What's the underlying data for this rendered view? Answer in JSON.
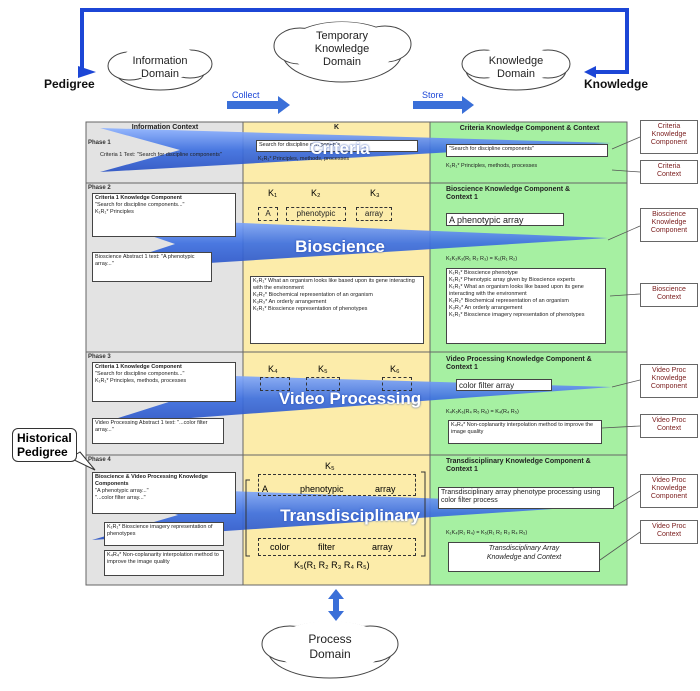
{
  "top": {
    "pedigree": "Pedigree",
    "knowledge": "Knowledge",
    "collect": "Collect",
    "store": "Store",
    "clouds": [
      {
        "line1": "Information",
        "line2": "Domain"
      },
      {
        "line1": "Temporary",
        "line2": "Knowledge",
        "line3": "Domain"
      },
      {
        "line1": "Knowledge",
        "line2": "Domain"
      }
    ]
  },
  "columns": {
    "left_header": "Information Context",
    "mid_header": "K",
    "right_header": "Criteria Knowledge Component & Context"
  },
  "phases": [
    "Phase 1",
    "Phase 2",
    "Phase 3",
    "Phase 4"
  ],
  "banners": [
    "Criteria",
    "Bioscience",
    "Video Processing",
    "Transdisciplinary"
  ],
  "phase1": {
    "left_text": "Criteria 1 Text: \"Search for discipline components\"",
    "mid_text": "Search for discipline components",
    "mid_sub": "K₁R₁* Principles, methods, processes",
    "right_text": "\"Search for discipline components\"",
    "right_sub": "K₁R₁* Principles, methods, processes"
  },
  "phase2": {
    "left_box1_title": "Criteria 1 Knowledge Component",
    "left_box1_text": "\"Search for discipline components...\"",
    "left_box1_sub": "K₁R₁* Principles",
    "left_box2_text": "Bioscience Abstract 1 text: \"A phenotypic array...\"",
    "k_labels": [
      "K₁",
      "K₂",
      "K₃"
    ],
    "dash_words": [
      "A",
      "phenotypic",
      "array"
    ],
    "mid_lines": [
      "K₁R₁* What an organism looks like based upon its gene interacting with the environment",
      "K₂R₂* Biochemical representation of an organism",
      "K₃R₃* An orderly arrangement",
      "K₁R₁* Bioscience representation of phenotypes"
    ],
    "right_title": "Bioscience Knowledge Component & Context 1",
    "right_box": "A phenotypic array",
    "right_formula": "K₁K₂K₃(R₁ R₂ R₃) = K₁(R₁ R₂)",
    "right_lines": [
      "K₁R₁* Bioscience phenotype",
      "K₁R₁* Phenotypic array given by Bioscience experts",
      "K₁R₁* What an organism looks like based upon its gene interacting with the environment",
      "K₂R₂* Biochemical representation of an organism",
      "K₃R₃* An orderly arrangement",
      "K₁R₁* Bioscience imagery representation of phenotypes"
    ]
  },
  "phase3": {
    "left_box1_title": "Criteria 1 Knowledge Component",
    "left_box1_text": "\"Search for discipline components...\"",
    "left_box1_sub": "K₁R₁* Principles, methods, processes",
    "left_box2_text": "Video Processing Abstract 1 text: \"...color filter array...\"",
    "k_labels": [
      "K₄",
      "K₅",
      "K₆"
    ],
    "right_title": "Video Processing Knowledge Component & Context 1",
    "right_box": "color filter array",
    "right_formula": "K₄K₅K₆(R₄ R₅ R₆) = K₄(R₄ R₅)",
    "right_note": "K₄R₄* Non-coplanarity interpolation method to improve the image quality"
  },
  "phase4": {
    "left_box_title": "Bioscience & Video Processing Knowledge Components",
    "left_box_text1": "\"A phenotypic array...\"",
    "left_box_text2": "\"...color filter array...\"",
    "left_sub1": "K₁R₁* Bioscience imagery representation of phenotypes",
    "left_sub2": "K₄R₄* Non-coplanarity interpolation method to improve the image quality",
    "k_label": "K₅",
    "top_words": [
      "A",
      "phenotypic",
      "array"
    ],
    "bottom_words": [
      "color",
      "filter",
      "array"
    ],
    "formula": "K₅(R₁ R₂ R₃ R₄ R₅)",
    "right_title": "Transdisciplinary Knowledge Component & Context 1",
    "right_box1": "Transdisciplinary array phenotype processing using color filter process",
    "right_formula": "K₁K₄(R₁ R₄) = K₅(R₁ R₂ R₃ R₄ R₅)",
    "right_box2_line1": "Transdisciplinary Array",
    "right_box2_line2": "Knowledge and Context"
  },
  "right_labels": [
    {
      "line1": "Criteria",
      "line2": "Knowledge",
      "line3": "Component"
    },
    {
      "line1": "Criteria",
      "line2": "Context"
    },
    {
      "line1": "Bioscience",
      "line2": "Knowledge",
      "line3": "Component"
    },
    {
      "line1": "Bioscience",
      "line2": "Context"
    },
    {
      "line1": "Video Proc",
      "line2": "Knowledge",
      "line3": "Component"
    },
    {
      "line1": "Video Proc",
      "line2": "Context"
    },
    {
      "line1": "Video Proc",
      "line2": "Knowledge",
      "line3": "Component"
    },
    {
      "line1": "Video Proc",
      "line2": "Context"
    }
  ],
  "historical": {
    "line1": "Historical",
    "line2": "Pedigree"
  },
  "bottom_cloud": {
    "line1": "Process",
    "line2": "Domain"
  },
  "colors": {
    "left_col": "#e3e3e3",
    "mid_col": "#fcecaa",
    "right_col": "#a6f0a2",
    "arrow_blue": "#3a6fd8",
    "frame_blue": "#1c46d6"
  }
}
